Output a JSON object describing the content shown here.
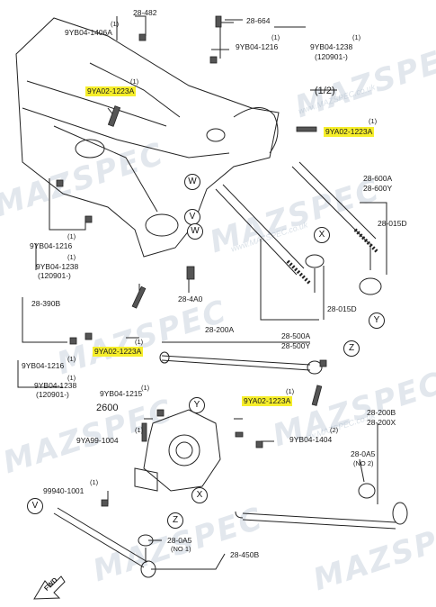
{
  "labels": {
    "p28_482": "28-482",
    "p28_664": "28-664",
    "p9YB04_1406A": "9YB04-1406A",
    "q1": "(1)",
    "p9YB04_1216": "9YB04-1216",
    "p9YB04_1238": "9YB04-1238",
    "p120901": "(120901-)",
    "p9YA02_1223A": "9YA02-1223A",
    "page_ref": "(1/2)",
    "p28_600A": "28-600A",
    "p28_600Y": "28-600Y",
    "p28_015D": "28-015D",
    "p28_390B": "28-390B",
    "p28_4A0": "28-4A0",
    "p28_200A": "28-200A",
    "p28_500A": "28-500A",
    "p28_500Y": "28-500Y",
    "p9YB04_1215": "9YB04-1215",
    "p2600": "2600",
    "p9YA99_1004": "9YA99-1004",
    "q2": "(2)",
    "p9YB04_1404": "9YB04-1404",
    "p28_200B": "28-200B",
    "p28_200X": "28-200X",
    "p28_0A5": "28-0A5",
    "no2": "(NO 2)",
    "no1": "(NO 1)",
    "p99940_1001": "99940-1001",
    "p28_450B": "28-450B",
    "fwd": "FWD"
  },
  "circles": {
    "W": "W",
    "V": "V",
    "X": "X",
    "Y": "Y",
    "Z": "Z"
  },
  "watermark": {
    "brand": "MAZSPEC",
    "url": "www.MAZSPEC.co.uk"
  },
  "colors": {
    "highlight": "#f6ee2a",
    "line": "#222222",
    "watermark": "#96aabe"
  }
}
